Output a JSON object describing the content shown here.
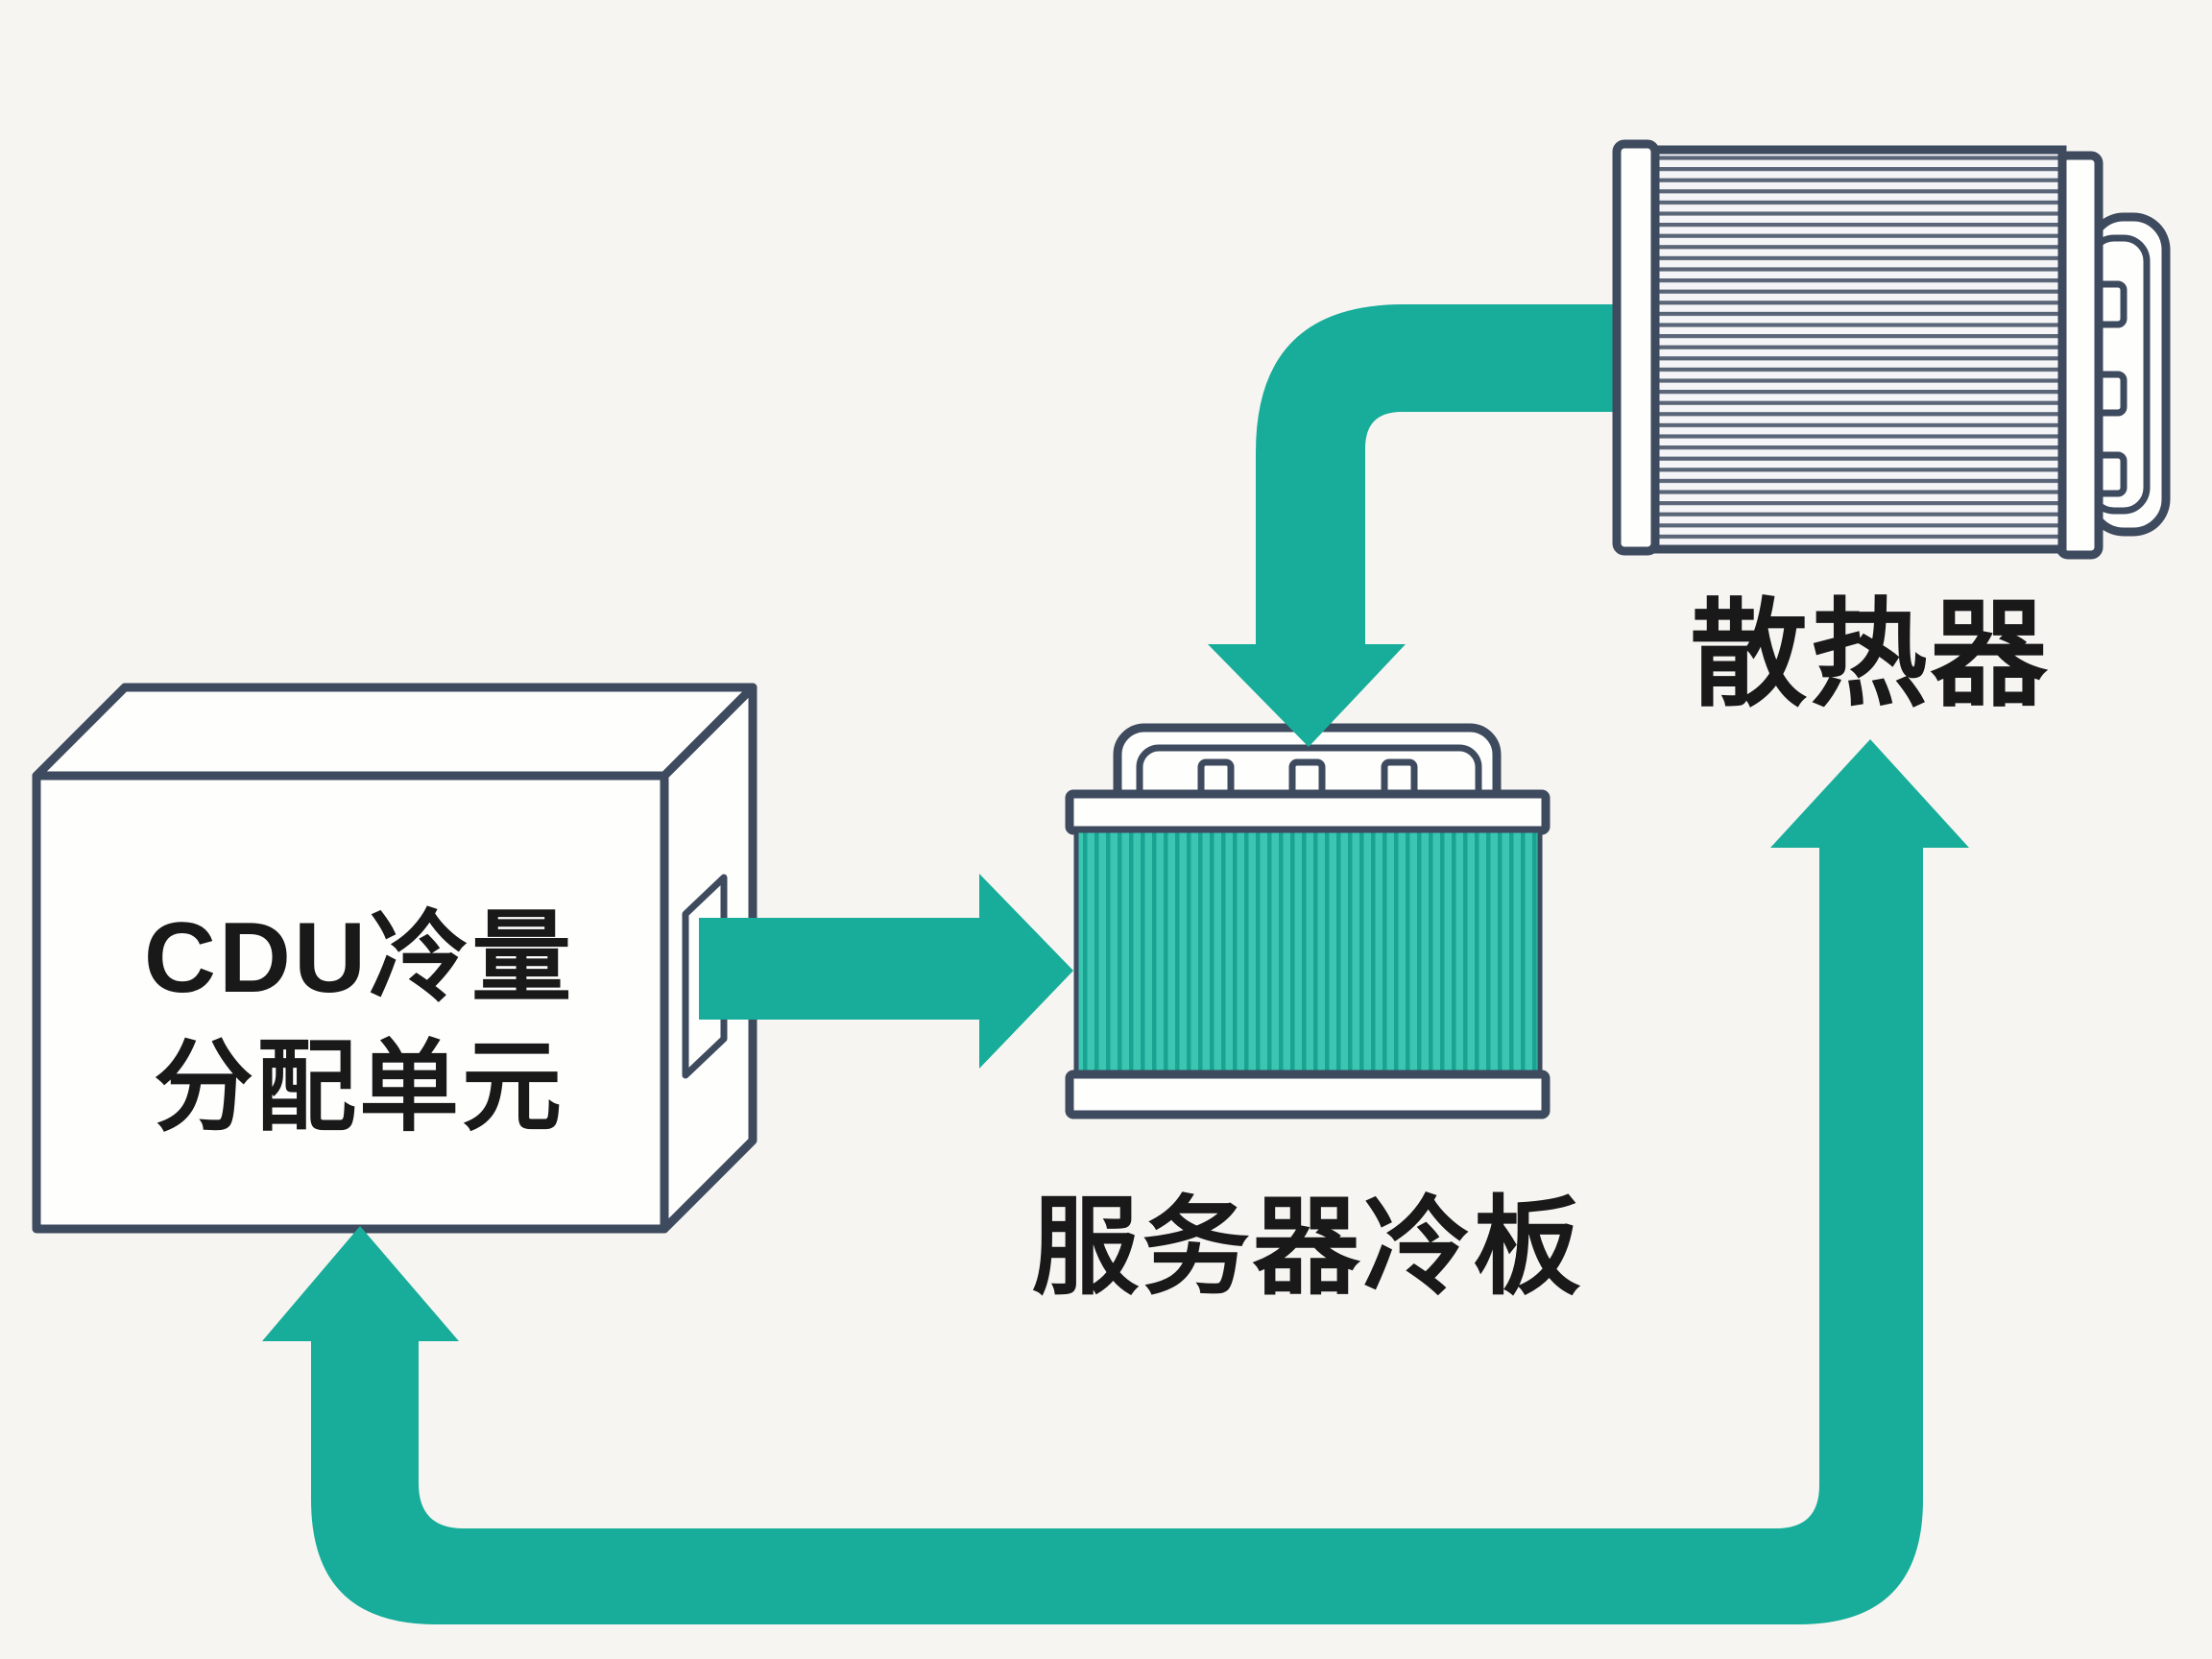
{
  "diagram": {
    "type": "flow-diagram",
    "topic": "liquid cooling loop",
    "nodes": {
      "cdu": {
        "id": "cdu",
        "shape": "3d-box",
        "label_line1": "CDU冷量",
        "label_line2": "分配单元"
      },
      "cold_plate": {
        "id": "cold-plate",
        "shape": "finned-cold-plate",
        "label": "服务器冷板"
      },
      "radiator": {
        "id": "radiator",
        "shape": "finned-radiator-with-bracket",
        "label": "散热器"
      }
    },
    "flow_arrows": [
      {
        "id": "cdu-to-cold-plate",
        "style": "straight-horizontal-arrow",
        "direction": "right",
        "from": "CDU冷量分配单元",
        "to": "服务器冷板"
      },
      {
        "id": "radiator-to-cold-plate",
        "style": "curved-elbow-pipe-arrow",
        "direction": "down",
        "from": "散热器",
        "to": "服务器冷板"
      },
      {
        "id": "loop-pipe-to-cdu",
        "style": "u-shaped-return-pipe-arrow",
        "direction": "up",
        "from": "回路管道",
        "to": "CDU冷量分配单元"
      },
      {
        "id": "loop-pipe-to-radiator",
        "style": "vertical-riser-arrow",
        "direction": "up",
        "from": "回路管道",
        "to": "散热器"
      }
    ]
  },
  "colors": {
    "background": "#F7F5F2",
    "flow": "#17AD9A",
    "outline": "#3E4A5E",
    "surface": "#FEFEFD",
    "fin_light": "#3AC6B1",
    "fin_dark": "#1BA392",
    "radiator_line": "#5A6678",
    "radiator_gap": "#F5F5F7",
    "text": "#191919"
  }
}
